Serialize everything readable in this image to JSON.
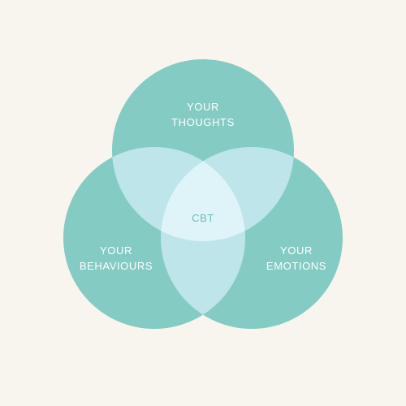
{
  "background_color": "#f8f5ee",
  "circle_color": "#84cbc4",
  "pair_overlap_color": "#bde5ea",
  "center_overlap_color": "#def4f8",
  "label_color": "#ffffff",
  "center_label_color": "#6cc0b6",
  "circles": {
    "thoughts": {
      "line1": "YOUR",
      "line2": "THOUGHTS"
    },
    "behaviours": {
      "line1": "YOUR",
      "line2": "BEHAVIOURS"
    },
    "emotions": {
      "line1": "YOUR",
      "line2": "EMOTIONS"
    }
  },
  "center": {
    "label": "CBT"
  }
}
